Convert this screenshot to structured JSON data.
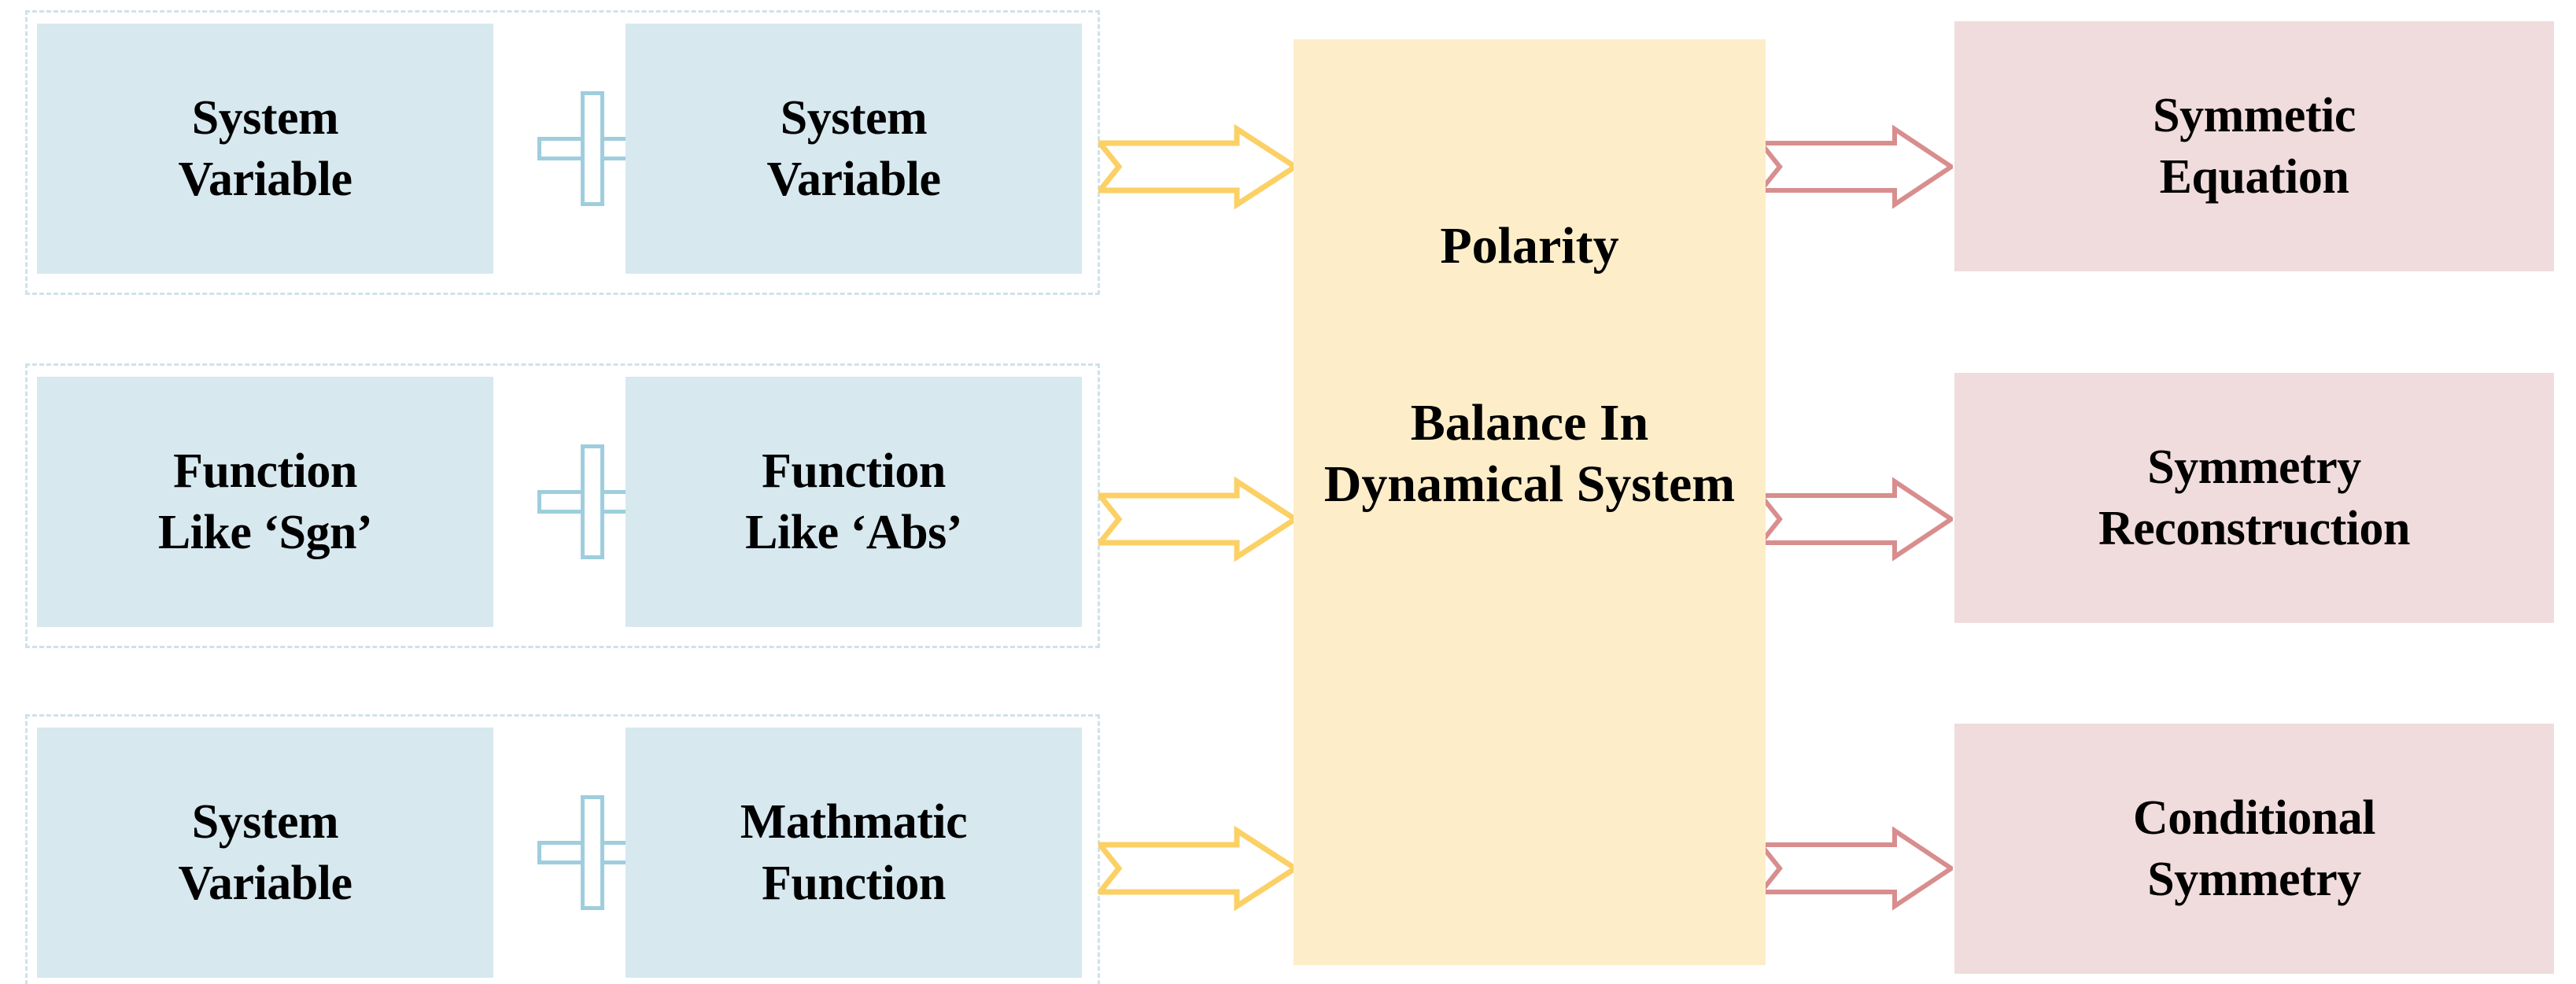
{
  "diagram": {
    "title": "Balance In Dynamical System",
    "colors": {
      "input_box_fill": "#d7e8ef",
      "group_dash_border": "#cfe2ea",
      "plus_outline": "#9ecede",
      "left_arrow": "#fbd065",
      "right_arrow": "#d88e8e",
      "center_panel_fill": "#fdeec9",
      "output_box_fill": "#f0dcdc",
      "text": "#000000"
    },
    "rows": [
      {
        "operand_a": {
          "line1": "System",
          "line2": "Variable"
        },
        "operator": "+",
        "operand_b": {
          "line1": "System",
          "line2": "Variable"
        },
        "left_arrow_icon": "right-arrow-icon",
        "right_arrow_icon": "right-arrow-icon",
        "output": {
          "line1": "Symmetic",
          "line2": "Equation"
        }
      },
      {
        "operand_a": {
          "line1": "Function",
          "line2": "Like ‘Sgn’"
        },
        "operator": "+",
        "operand_b": {
          "line1": "Function",
          "line2": "Like ‘Abs’"
        },
        "left_arrow_icon": "right-arrow-icon",
        "right_arrow_icon": "right-arrow-icon",
        "output": {
          "line1": "Symmetry",
          "line2": "Reconstruction"
        }
      },
      {
        "operand_a": {
          "line1": "System",
          "line2": "Variable"
        },
        "operator": "+",
        "operand_b": {
          "line1": "Mathmatic",
          "line2": "Function"
        },
        "left_arrow_icon": "right-arrow-icon",
        "right_arrow_icon": "right-arrow-icon",
        "output": {
          "line1": "Conditional",
          "line2": "Symmetry"
        }
      }
    ],
    "center": {
      "title": "Polarity",
      "subtitle": "Balance In Dynamical System"
    }
  }
}
